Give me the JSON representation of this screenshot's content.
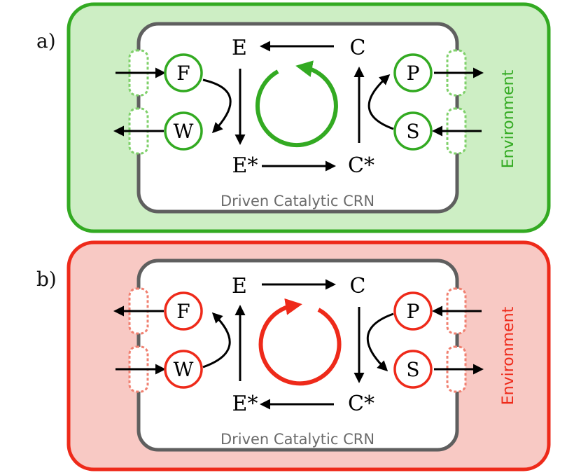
{
  "panels": [
    {
      "label": "a)",
      "environment_label": "Environment",
      "crn_label": "Driven Catalytic CRN",
      "colors": {
        "border": "#33aa22",
        "fill": "#cdeec4",
        "accent": "#33aa22",
        "pore": "#7fd06a"
      },
      "species": {
        "e": "E",
        "c": "C",
        "e_star": "E*",
        "c_star": "C*"
      },
      "nodes": {
        "f": "F",
        "w": "W",
        "p": "P",
        "s": "S"
      },
      "cycle_direction": "counterclockwise"
    },
    {
      "label": "b)",
      "environment_label": "Environment",
      "crn_label": "Driven Catalytic CRN",
      "colors": {
        "border": "#ee2a1a",
        "fill": "#f8c9c4",
        "accent": "#ee2a1a",
        "pore": "#f08070"
      },
      "species": {
        "e": "E",
        "c": "C",
        "e_star": "E*",
        "c_star": "C*"
      },
      "nodes": {
        "f": "F",
        "w": "W",
        "p": "P",
        "s": "S"
      },
      "cycle_direction": "clockwise"
    }
  ]
}
